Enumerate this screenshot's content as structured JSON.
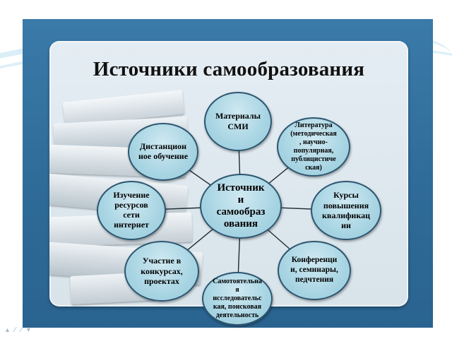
{
  "title": "Источники самообразования",
  "center": "Источник\nи\nсамообраз\nования",
  "nodes": {
    "materials": "Материалы\nСМИ",
    "literature": "Литература\n(методическая\n, научно-\nпопулярная,\nпублицистиче\nская)",
    "distance": "Дистанцион\nное обучение",
    "courses": "Курсы\nповышения\nквалификац\nии",
    "internet": "Изучение\nресурсов\nсети\nинтернет",
    "contests": "Участие в\nконкурсах,\nпроектах",
    "research": "Самотоятельна\nя\nисследовательс\nкая, поисковая\nдеятельность",
    "conferences": "Конференци\nи, семинары,\nпедчтения"
  },
  "colors": {
    "frame": "#2f6b98",
    "panel": "#dde7ee",
    "node_fill": "#a9d5e3",
    "node_border": "#2d5670",
    "connector": "#1f2a33"
  },
  "decorations": {
    "bottom_marks": "▴ ⁄ ⁄ ▾"
  }
}
